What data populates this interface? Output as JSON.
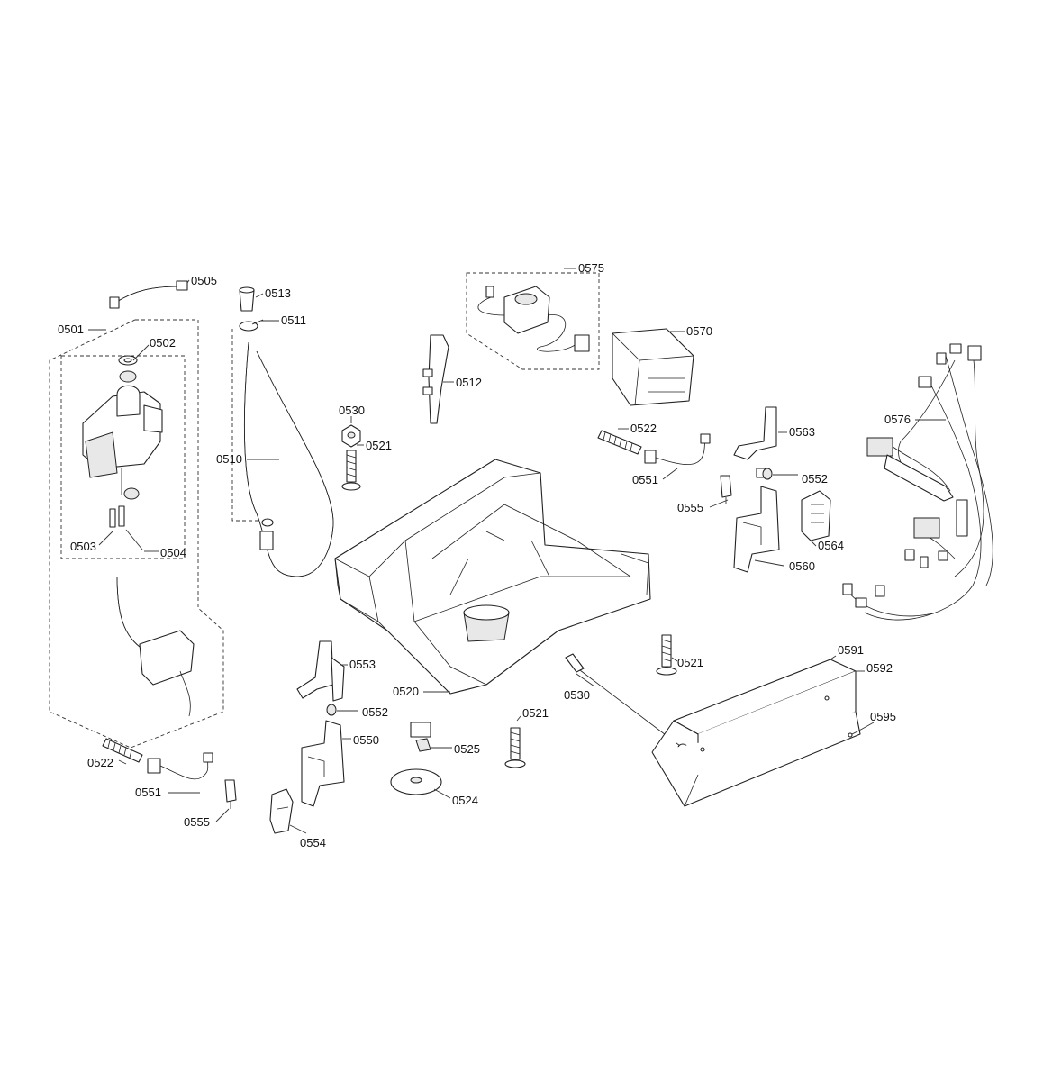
{
  "labels": {
    "p0505": "0505",
    "p0501": "0501",
    "p0502": "0502",
    "p0503": "0503",
    "p0504": "0504",
    "p0513": "0513",
    "p0511": "0511",
    "p0510": "0510",
    "p0575": "0575",
    "p0570": "0570",
    "p0512": "0512",
    "p0530a": "0530",
    "p0521a": "0521",
    "p0522a": "0522",
    "p0551a": "0551",
    "p0555a": "0555",
    "p0563": "0563",
    "p0552a": "0552",
    "p0564": "0564",
    "p0560": "0560",
    "p0576": "0576",
    "p0553": "0553",
    "p0552b": "0552",
    "p0550": "0550",
    "p0520": "0520",
    "p0530b": "0530",
    "p0521b": "0521",
    "p0521c": "0521",
    "p0525": "0525",
    "p0524": "0524",
    "p0522b": "0522",
    "p0551b": "0551",
    "p0555b": "0555",
    "p0554": "0554",
    "p0591": "0591",
    "p0592": "0592",
    "p0595": "0595"
  }
}
